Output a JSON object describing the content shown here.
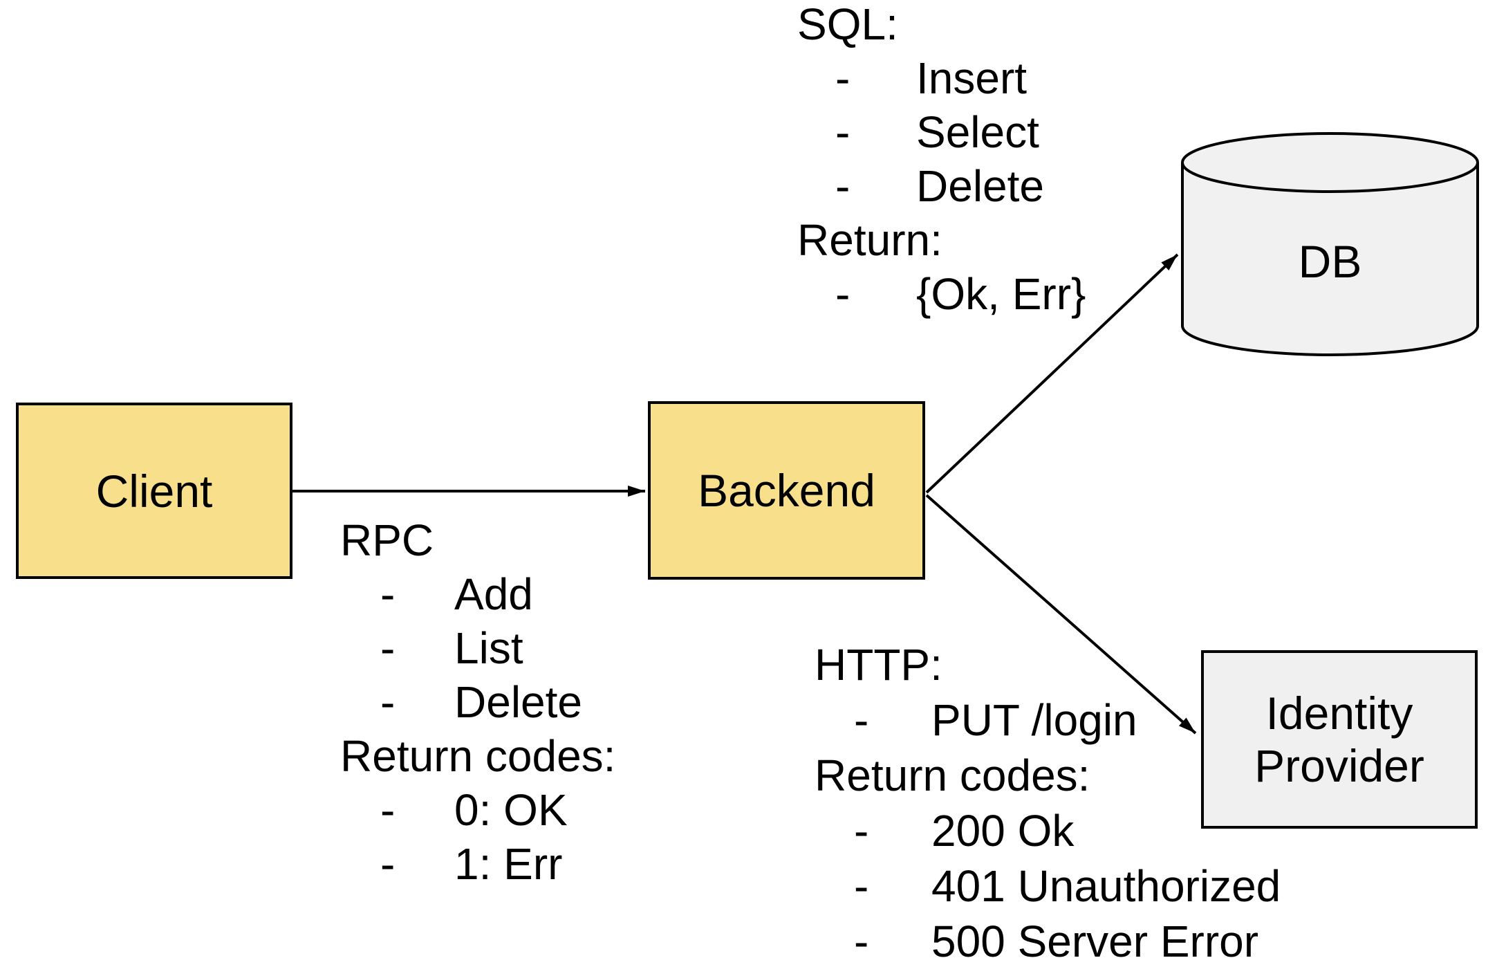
{
  "diagram": {
    "background": "#ffffff",
    "colors": {
      "node_fill_yellow": "#F8DF8B",
      "node_fill_gray": "#F0F0F0",
      "stroke": "#000000",
      "text": "#000000"
    },
    "nodes": {
      "client": {
        "label": "Client",
        "shape": "rectangle"
      },
      "backend": {
        "label": "Backend",
        "shape": "rectangle"
      },
      "db": {
        "label": "DB",
        "shape": "cylinder"
      },
      "idp": {
        "label": "Identity Provider",
        "shape": "rectangle"
      }
    },
    "edges": [
      {
        "from": "Client",
        "to": "Backend"
      },
      {
        "from": "Backend",
        "to": "DB"
      },
      {
        "from": "Backend",
        "to": "Identity Provider"
      }
    ],
    "annotations": {
      "bullet": "-",
      "sql": {
        "title": "SQL:",
        "items": [
          "Insert",
          "Select",
          "Delete"
        ],
        "subtitle": "Return:",
        "return_items": [
          "{Ok, Err}"
        ]
      },
      "rpc": {
        "title": "RPC",
        "items": [
          "Add",
          "List",
          "Delete"
        ],
        "subtitle": "Return codes:",
        "return_items": [
          "0: OK",
          "1: Err"
        ]
      },
      "http": {
        "title": "HTTP:",
        "items": [
          "PUT /login"
        ],
        "subtitle": "Return codes:",
        "return_items": [
          "200 Ok",
          "401 Unauthorized",
          "500 Server Error"
        ]
      }
    }
  }
}
